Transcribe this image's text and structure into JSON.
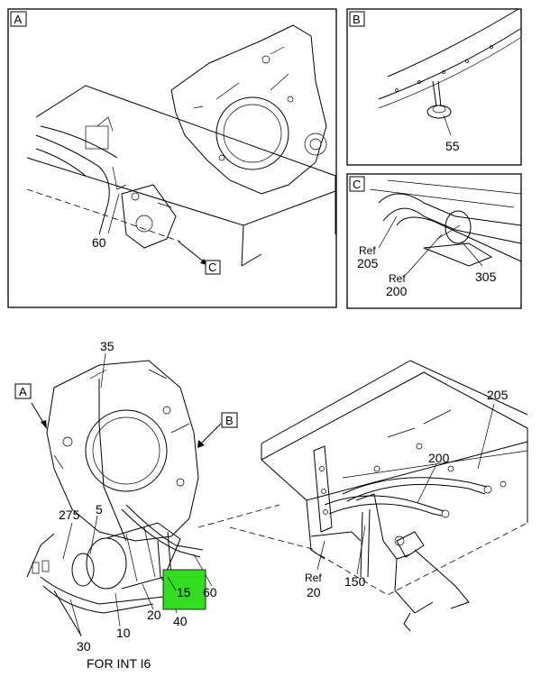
{
  "panels": {
    "a": {
      "letter": "A",
      "callouts": [
        "60"
      ],
      "view_ref": "C"
    },
    "b": {
      "letter": "B",
      "callouts": [
        "55"
      ]
    },
    "c": {
      "letter": "C",
      "callouts": [
        "Ref",
        "205",
        "Ref",
        "200",
        "305"
      ]
    }
  },
  "main": {
    "view_labels": [
      "A",
      "B"
    ],
    "callouts": {
      "c35": "35",
      "c5": "5",
      "c275": "275",
      "c30": "30",
      "c10": "10",
      "c20": "20",
      "c40": "40",
      "c15": "15",
      "c60": "60",
      "c205": "205",
      "c200": "200",
      "c150": "150",
      "ref20_ref": "Ref",
      "ref20_num": "20"
    },
    "footnote": "FOR INT I6",
    "highlight_color": "#33dd22"
  }
}
